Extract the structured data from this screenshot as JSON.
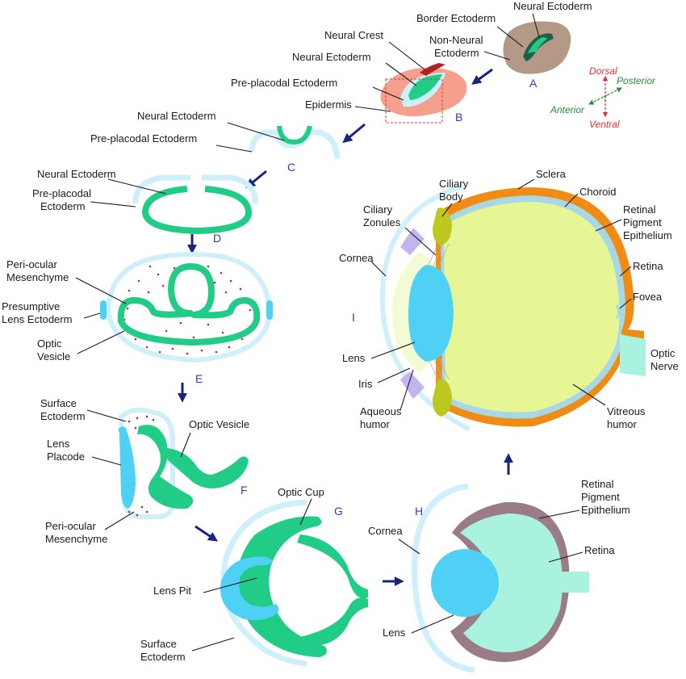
{
  "colors": {
    "neural": "#20cc86",
    "skin": "#cfeffa",
    "lens": "#4fd0f5",
    "mesenchyme": "#c6252b",
    "retina_pale": "#a8f2df",
    "rpe": "#9a7c86",
    "vitreous": "#e6f695",
    "sclera": "#f08c13",
    "ciliary": "#bcc81b",
    "stage_letter": "#2b3fb5",
    "arrow": "#1a237e"
  },
  "stages": {
    "A": "A",
    "B": "B",
    "C": "C",
    "D": "D",
    "E": "E",
    "F": "F",
    "G": "G",
    "H": "H",
    "I": "I"
  },
  "axes": {
    "dorsal": "Dorsal",
    "ventral": "Ventral",
    "posterior": "Posterior",
    "anterior": "Anterior"
  },
  "labels": {
    "a_neural_ectoderm": "Neural Ectoderm",
    "a_border_ectoderm": "Border Ectoderm",
    "a_non_neural_1": "Non-Neural",
    "a_non_neural_2": "Ectoderm",
    "b_neural_crest": "Neural Crest",
    "b_neural_ectoderm": "Neural Ectoderm",
    "b_preplacodal": "Pre-placodal Ectoderm",
    "b_epidermis": "Epidermis",
    "c_neural_ectoderm": "Neural Ectoderm",
    "c_preplacodal": "Pre-placodal Ectoderm",
    "d_neural_ectoderm": "Neural Ectoderm",
    "d_preplacodal_1": "Pre-placodal",
    "d_preplacodal_2": "Ectoderm",
    "e_periocular_1": "Peri-ocular",
    "e_periocular_2": "Mesenchyme",
    "e_presumptive_1": "Presumptive",
    "e_presumptive_2": "Lens Ectoderm",
    "e_optic_1": "Optic",
    "e_optic_2": "Vesicle",
    "f_surface_1": "Surface",
    "f_surface_2": "Ectoderm",
    "f_lens_1": "Lens",
    "f_lens_2": "Placode",
    "f_optic_vesicle": "Optic Vesicle",
    "f_periocular_1": "Peri-ocular",
    "f_periocular_2": "Mesenchyme",
    "g_optic_cup": "Optic Cup",
    "g_lens_pit": "Lens Pit",
    "g_surface_1": "Surface",
    "g_surface_2": "Ectoderm",
    "h_cornea": "Cornea",
    "h_rpe_1": "Retinal",
    "h_rpe_2": "Pigment",
    "h_rpe_3": "Epithelium",
    "h_retina": "Retina",
    "h_lens": "Lens",
    "i_ciliary_body_1": "Ciliary",
    "i_ciliary_body_2": "Body",
    "i_sclera": "Sclera",
    "i_choroid": "Choroid",
    "i_rpe_1": "Retinal",
    "i_rpe_2": "Pigment",
    "i_rpe_3": "Epithelium",
    "i_ciliary_zonules_1": "Ciliary",
    "i_ciliary_zonules_2": "Zonules",
    "i_cornea": "Cornea",
    "i_retina": "Retina",
    "i_fovea": "Fovea",
    "i_optic_nerve_1": "Optic",
    "i_optic_nerve_2": "Nerve",
    "i_lens": "Lens",
    "i_iris": "Iris",
    "i_aqueous_1": "Aqueous",
    "i_aqueous_2": "humor",
    "i_vitreous_1": "Vitreous",
    "i_vitreous_2": "humor"
  }
}
